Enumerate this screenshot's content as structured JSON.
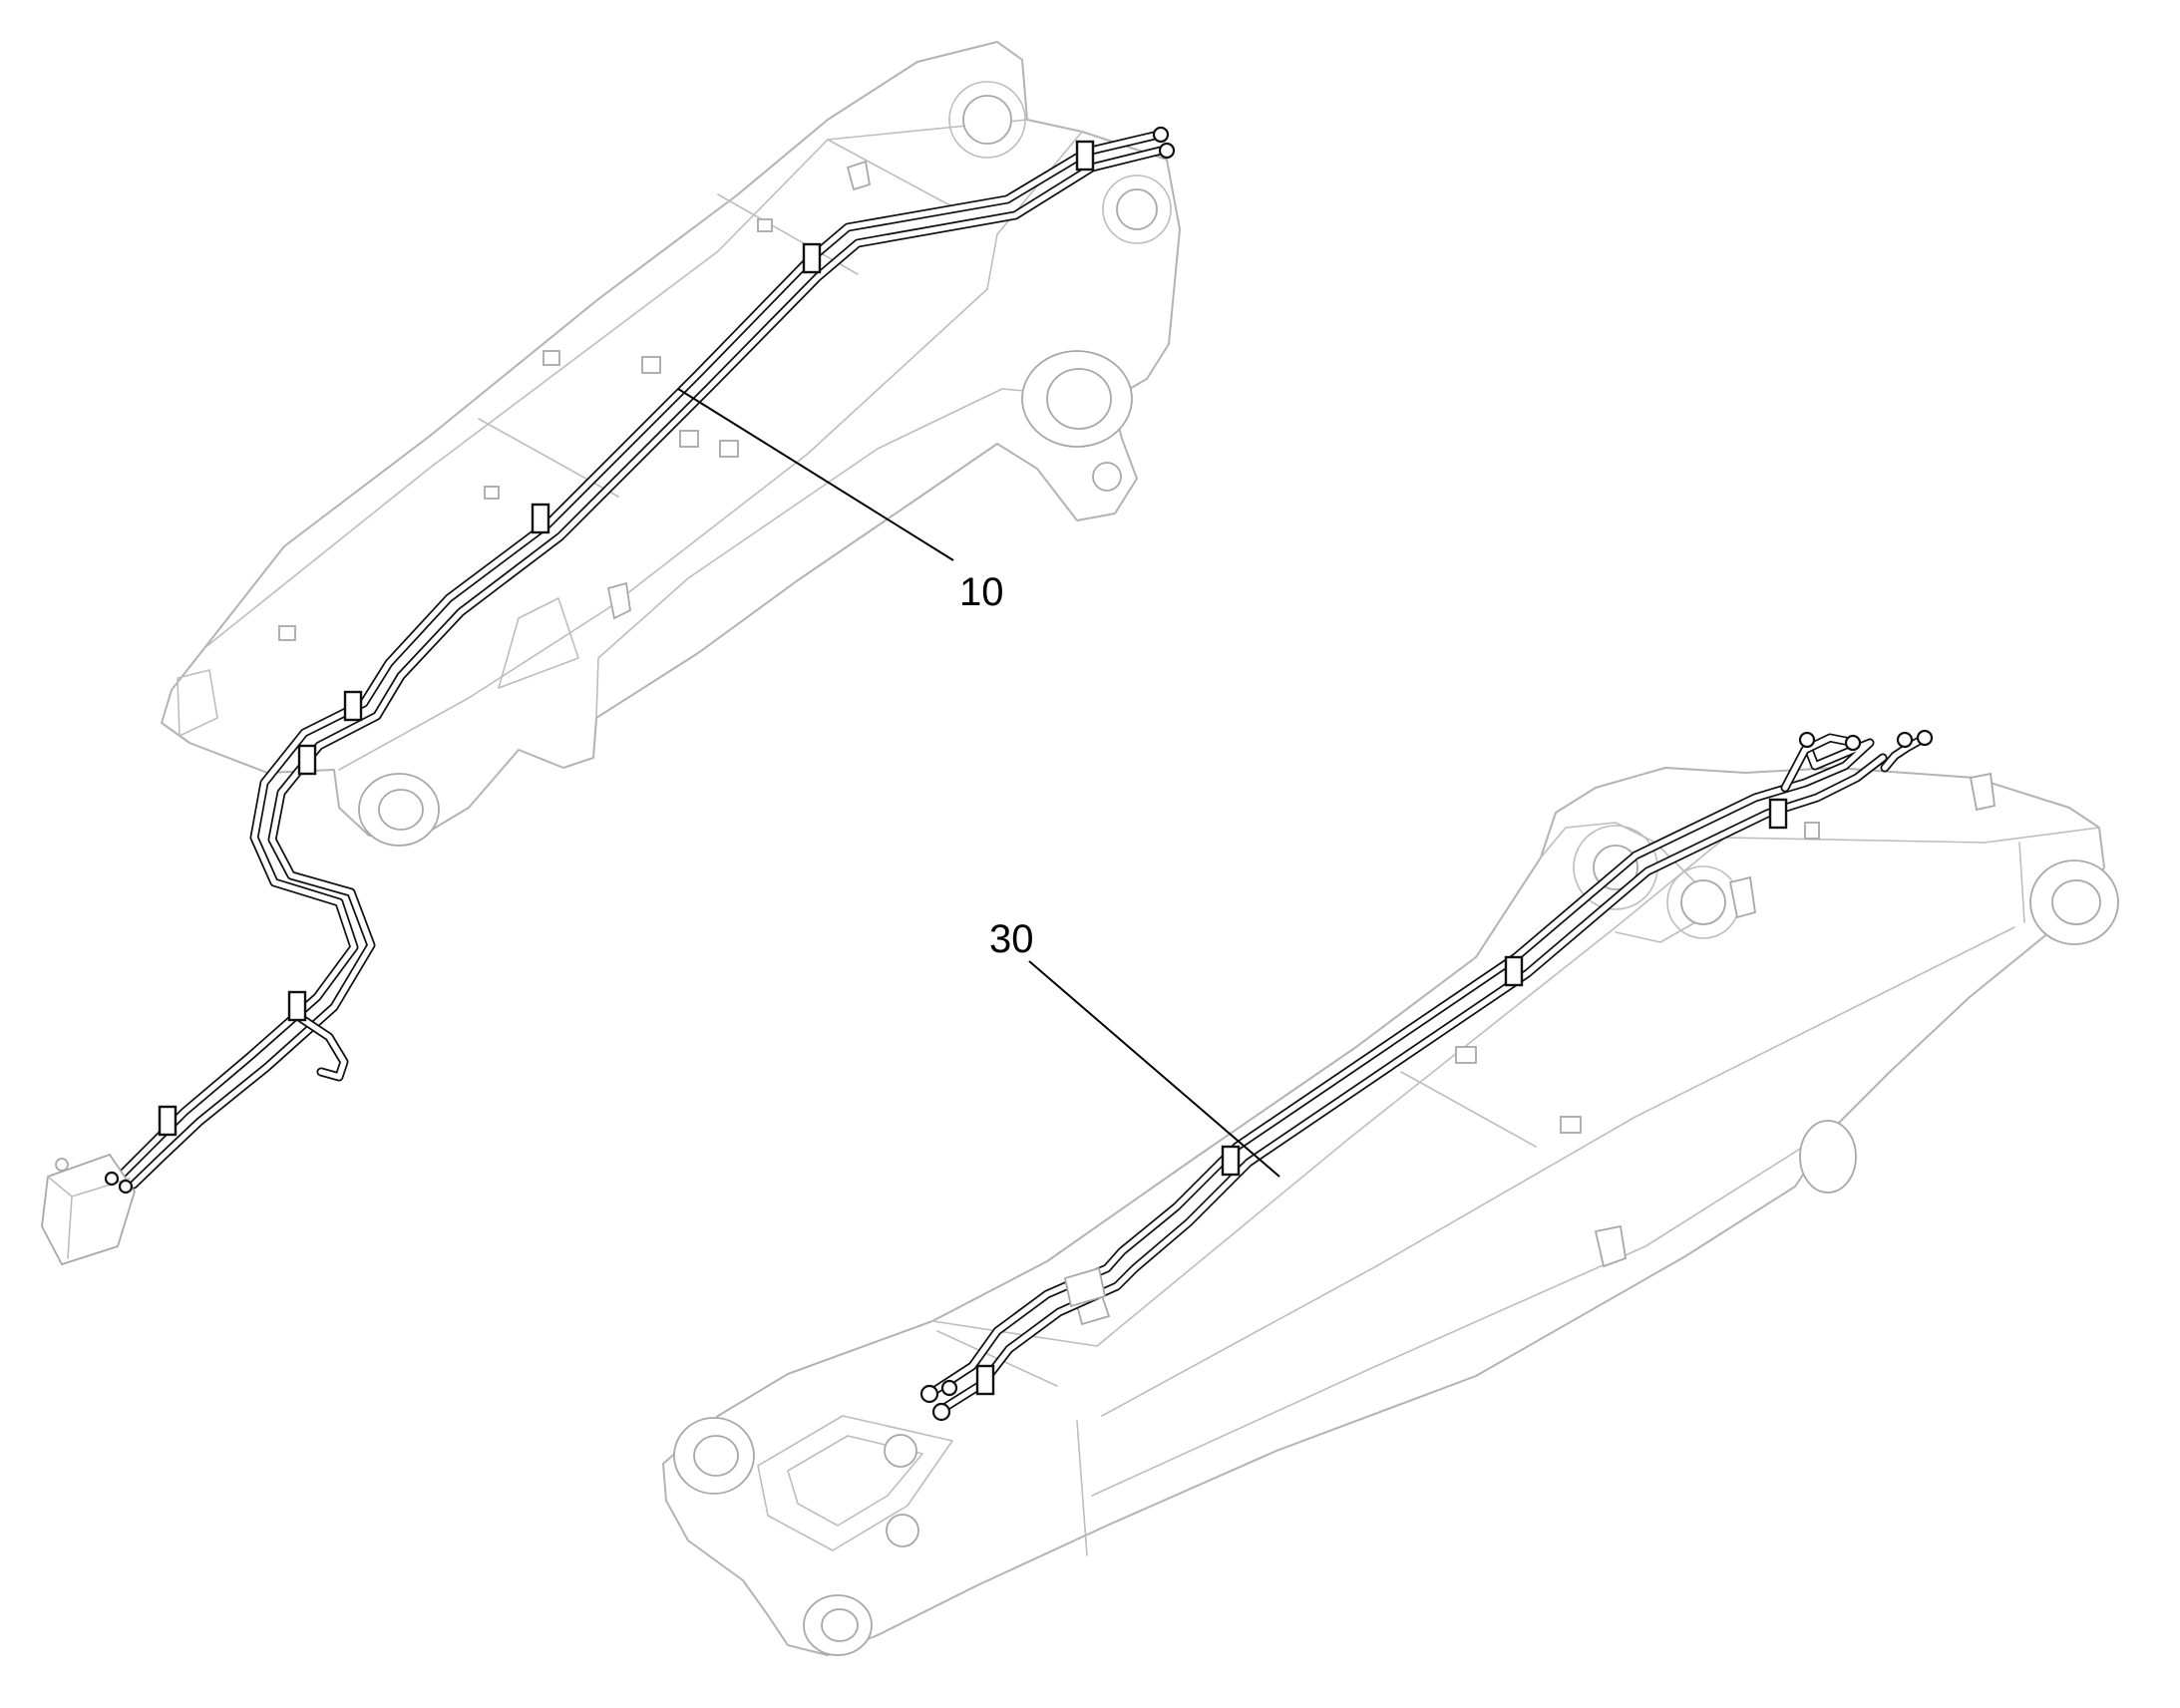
{
  "callouts": [
    {
      "id": "10",
      "label": "10"
    },
    {
      "id": "30",
      "label": "30"
    }
  ],
  "colors": {
    "background": "#ffffff",
    "part_outline": "#b3b3b3",
    "hose": "#111111",
    "leader": "#000000"
  }
}
